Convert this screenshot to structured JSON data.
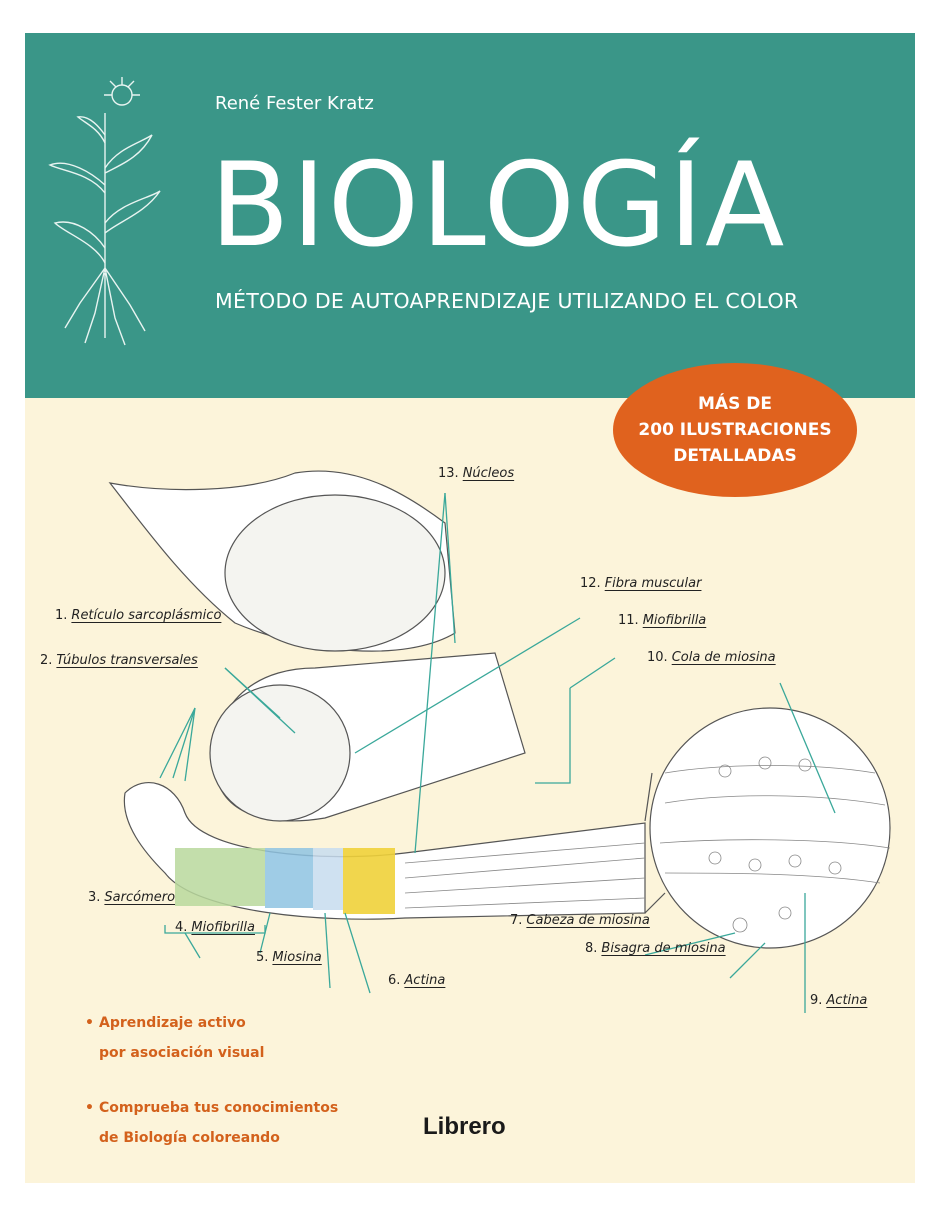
{
  "author": "René Fester Kratz",
  "title": "BIOLOGÍA",
  "subtitle": "MÉTODO DE AUTOAPRENDIZAJE UTILIZANDO EL COLOR",
  "badge": {
    "line1": "MÁS DE",
    "line2": "200 ILUSTRACIONES",
    "line3": "DETALLADAS"
  },
  "labels": [
    {
      "num": "1.",
      "text": "Retículo sarcoplásmico"
    },
    {
      "num": "2.",
      "text": "Túbulos transversales"
    },
    {
      "num": "3.",
      "text": "Sarcómero"
    },
    {
      "num": "4.",
      "text": "Miofibrilla"
    },
    {
      "num": "5.",
      "text": "Miosina"
    },
    {
      "num": "6.",
      "text": "Actina"
    },
    {
      "num": "7.",
      "text": "Cabeza de miosina"
    },
    {
      "num": "8.",
      "text": "Bisagra de miosina"
    },
    {
      "num": "9.",
      "text": "Actina"
    },
    {
      "num": "10.",
      "text": "Cola de miosina"
    },
    {
      "num": "11.",
      "text": "Miofibrilla"
    },
    {
      "num": "12.",
      "text": "Fibra muscular"
    },
    {
      "num": "13.",
      "text": "Núcleos"
    }
  ],
  "bullets": [
    {
      "line1": "Aprendizaje activo",
      "line2": "por asociación visual"
    },
    {
      "line1": "Comprueba tus conocimientos",
      "line2": "de Biología coloreando"
    }
  ],
  "bullet_symbol": "•",
  "publisher": "Librero",
  "colors": {
    "teal": "#3a9688",
    "cream": "#fcf4da",
    "orange": "#e0621e",
    "label_line": "#3aa89a"
  }
}
